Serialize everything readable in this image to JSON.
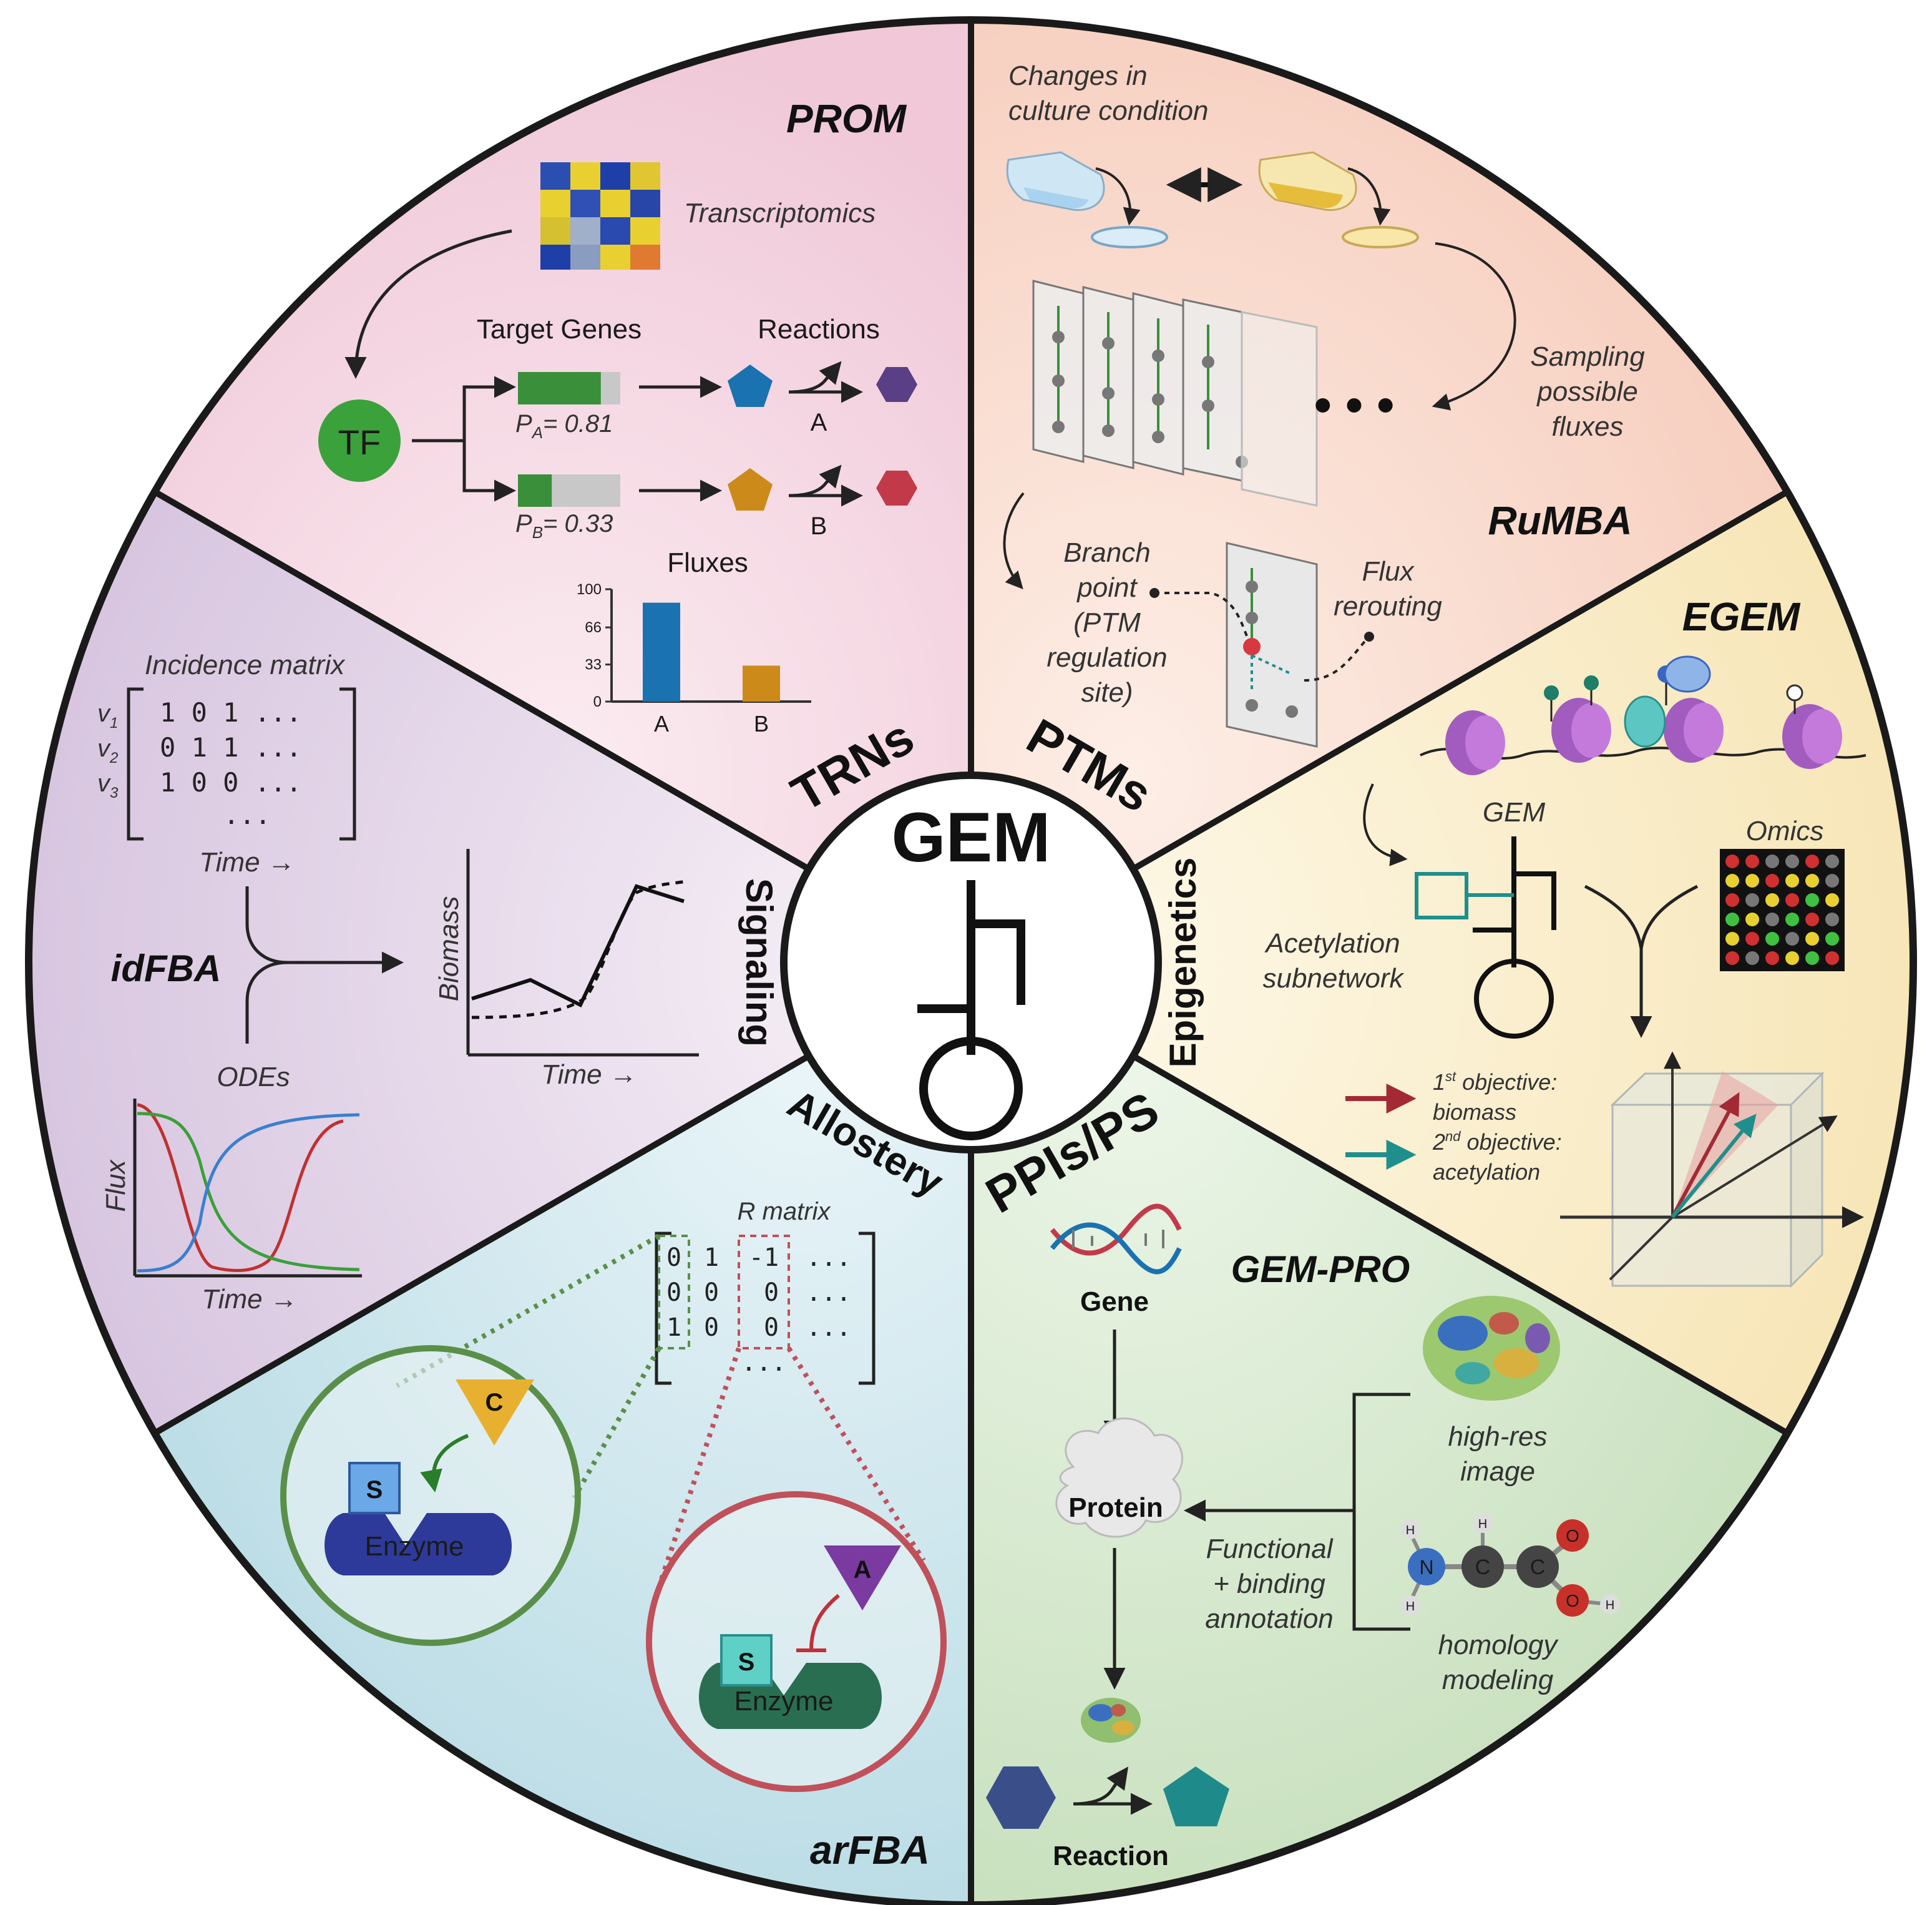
{
  "center": {
    "title": "GEM"
  },
  "sectors": {
    "trns": {
      "label": "TRNs",
      "method": "PROM",
      "transcriptomics": "Transcriptomics",
      "tf": "TF",
      "target_genes": "Target Genes",
      "reactions": "Reactions",
      "pa_sym": "P",
      "pa_sub": "A",
      "pa_val": "= 0.81",
      "pb_sym": "P",
      "pb_sub": "B",
      "pb_val": "= 0.33",
      "rxn_a": "A",
      "rxn_b": "B",
      "fluxes": "Fluxes"
    },
    "ptms": {
      "label": "PTMs",
      "method": "RuMBA",
      "culture_1": "Changes in",
      "culture_2": "culture condition",
      "sampling_1": "Sampling",
      "sampling_2": "possible",
      "sampling_3": "fluxes",
      "branch_1": "Branch",
      "branch_2": "point",
      "branch_3": "(PTM",
      "branch_4": "regulation",
      "branch_5": "site)",
      "flux_1": "Flux",
      "flux_2": "rerouting"
    },
    "epigenetics": {
      "label": "Epigenetics",
      "method": "EGEM",
      "gem": "GEM",
      "omics": "Omics",
      "acet_1": "Acetylation",
      "acet_2": "subnetwork",
      "obj1_num": "1",
      "obj1_sup": "st",
      "obj1_text": " objective:",
      "obj1_val": "biomass",
      "obj2_num": "2",
      "obj2_sup": "nd",
      "obj2_text": " objective:",
      "obj2_val": "acetylation"
    },
    "ppis": {
      "label": "PPIs/PS",
      "method": "GEM-PRO",
      "gene": "Gene",
      "protein": "Protein",
      "reaction": "Reaction",
      "highres_1": "high-res",
      "highres_2": "image",
      "homology_1": "homology",
      "homology_2": "modeling",
      "func_1": "Functional",
      "func_2": "+ binding",
      "func_3": "annotation",
      "atom_n": "N",
      "atom_c": "C",
      "atom_o": "O",
      "atom_h": "H"
    },
    "allostery": {
      "label": "Allostery",
      "method": "arFBA",
      "r_matrix": "R matrix",
      "rows": [
        [
          "0",
          "1",
          "-1",
          "..."
        ],
        [
          "0",
          "0",
          "0",
          "..."
        ],
        [
          "1",
          "0",
          "0",
          "..."
        ]
      ],
      "row_extra": "...",
      "enzyme": "Enzyme",
      "s": "S",
      "c": "C",
      "a": "A"
    },
    "signaling": {
      "label": "Signaling",
      "method": "idFBA",
      "incidence": "Incidence matrix",
      "v_sym": "v",
      "v_subs": [
        "1",
        "2",
        "3"
      ],
      "rows": [
        "1 0 1 ...",
        "0 1 1 ...",
        "1 0 0 ..."
      ],
      "row_extra": "...",
      "time": "Time →",
      "odes": "ODEs",
      "biomass": "Biomass",
      "flux": "Flux"
    }
  },
  "colors": {
    "trns_bg": "#f4d7e3",
    "ptms_bg": "#f8dccf",
    "epi_bg": "#faf0d2",
    "ppi_bg": "#dcecd5",
    "allo_bg": "#d6e9ef",
    "sig_bg": "#e7dcea",
    "green": "#3a8f3a",
    "blue": "#1a72b0",
    "orange": "#cc8a1a",
    "purple": "#5a3f86",
    "red": "#c23a4a",
    "teal": "#1e8f8c"
  },
  "chart_data": {
    "type": "bar",
    "title": "Fluxes",
    "categories": [
      "A",
      "B"
    ],
    "values": [
      88,
      32
    ],
    "ylim": [
      0,
      100
    ],
    "yticks": [
      "0",
      "33",
      "66",
      "100"
    ]
  }
}
